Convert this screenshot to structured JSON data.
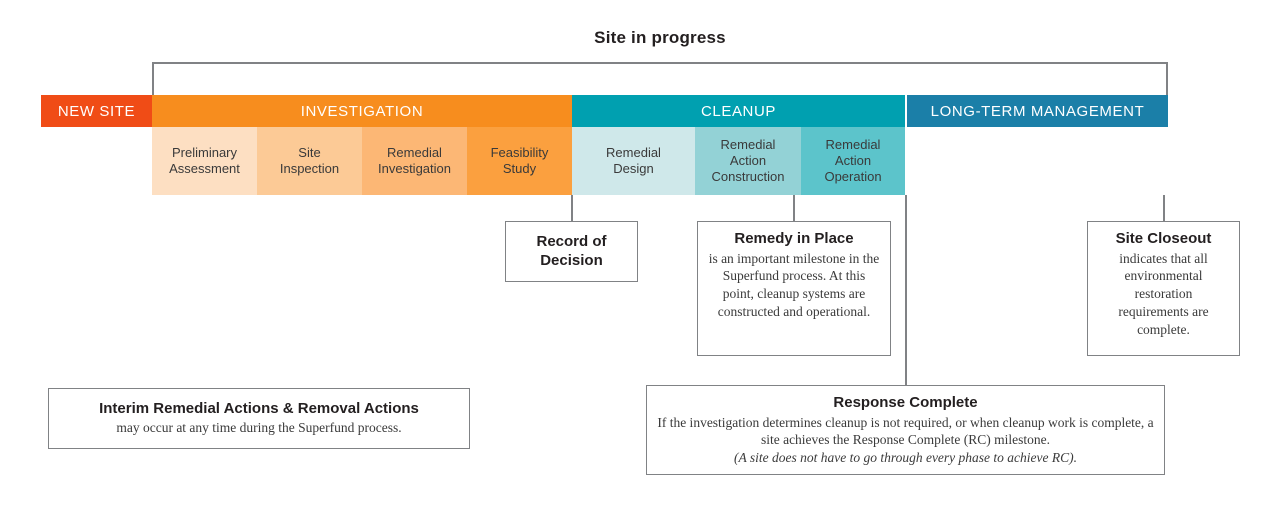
{
  "title": "Site in progress",
  "phases": [
    {
      "id": "new-site",
      "label": "NEW SITE"
    },
    {
      "id": "investigation",
      "label": "INVESTIGATION"
    },
    {
      "id": "cleanup",
      "label": "CLEANUP"
    },
    {
      "id": "ltm",
      "label": "LONG-TERM MANAGEMENT"
    }
  ],
  "subphases": [
    {
      "id": "preliminary-assessment",
      "line1": "Preliminary",
      "line2": "Assessment"
    },
    {
      "id": "site-inspection",
      "line1": "Site",
      "line2": "Inspection"
    },
    {
      "id": "remedial-investigation",
      "line1": "Remedial",
      "line2": "Investigation"
    },
    {
      "id": "feasibility-study",
      "line1": "Feasibility",
      "line2": "Study"
    },
    {
      "id": "remedial-design",
      "line1": "Remedial",
      "line2": "Design"
    },
    {
      "id": "remedial-action-construction",
      "line1": "Remedial",
      "line2": "Action",
      "line3": "Construction"
    },
    {
      "id": "remedial-action-operation",
      "line1": "Remedial",
      "line2": "Action",
      "line3": "Operation"
    }
  ],
  "callouts": {
    "record_of_decision": {
      "heading_line1": "Record of",
      "heading_line2": "Decision"
    },
    "remedy_in_place": {
      "heading": "Remedy in Place",
      "body": "is an important milestone in the Superfund process. At this point, cleanup systems are constructed and operational."
    },
    "site_closeout": {
      "heading": "Site Closeout",
      "body": "indicates that all environmental restoration requirements are complete."
    },
    "interim_actions": {
      "heading": "Interim Remedial Actions & Removal Actions",
      "body": "may occur at any time during the Superfund process."
    },
    "response_complete": {
      "heading": "Response Complete",
      "body": "If the investigation determines cleanup is not required, or when cleanup work is complete, a site achieves the Response Complete (RC) milestone.",
      "note": "(A site does not have to go through every phase to achieve RC)."
    }
  },
  "colors": {
    "new_site": "#f04c16",
    "investigation": "#f78d1e",
    "cleanup": "#00a0b0",
    "long_term_management": "#1b7fa8",
    "rule": "#808285"
  }
}
